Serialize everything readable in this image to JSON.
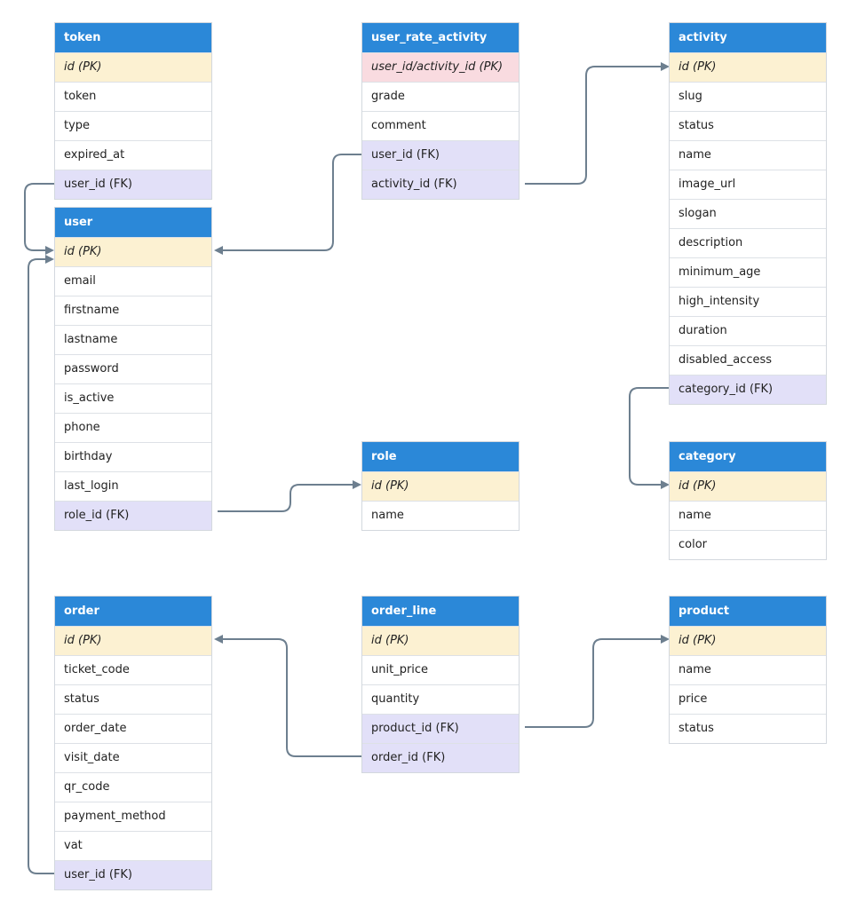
{
  "tables": {
    "token": {
      "title": "token",
      "fields": [
        {
          "name": "id (PK)",
          "kind": "pk"
        },
        {
          "name": "token",
          "kind": ""
        },
        {
          "name": "type",
          "kind": ""
        },
        {
          "name": "expired_at",
          "kind": ""
        },
        {
          "name": "user_id (FK)",
          "kind": "fk"
        }
      ]
    },
    "user": {
      "title": "user",
      "fields": [
        {
          "name": "id (PK)",
          "kind": "pk"
        },
        {
          "name": "email",
          "kind": ""
        },
        {
          "name": "firstname",
          "kind": ""
        },
        {
          "name": "lastname",
          "kind": ""
        },
        {
          "name": "password",
          "kind": ""
        },
        {
          "name": "is_active",
          "kind": ""
        },
        {
          "name": "phone",
          "kind": ""
        },
        {
          "name": "birthday",
          "kind": ""
        },
        {
          "name": "last_login",
          "kind": ""
        },
        {
          "name": "role_id (FK)",
          "kind": "fk"
        }
      ]
    },
    "user_rate_activity": {
      "title": "user_rate_activity",
      "fields": [
        {
          "name": "user_id/activity_id (PK)",
          "kind": "cpk"
        },
        {
          "name": "grade",
          "kind": ""
        },
        {
          "name": "comment",
          "kind": ""
        },
        {
          "name": "user_id (FK)",
          "kind": "fk"
        },
        {
          "name": "activity_id (FK)",
          "kind": "fk"
        }
      ]
    },
    "activity": {
      "title": "activity",
      "fields": [
        {
          "name": "id (PK)",
          "kind": "pk"
        },
        {
          "name": "slug",
          "kind": ""
        },
        {
          "name": "status",
          "kind": ""
        },
        {
          "name": "name",
          "kind": ""
        },
        {
          "name": "image_url",
          "kind": ""
        },
        {
          "name": "slogan",
          "kind": ""
        },
        {
          "name": "description",
          "kind": ""
        },
        {
          "name": "minimum_age",
          "kind": ""
        },
        {
          "name": "high_intensity",
          "kind": ""
        },
        {
          "name": "duration",
          "kind": ""
        },
        {
          "name": "disabled_access",
          "kind": ""
        },
        {
          "name": "category_id (FK)",
          "kind": "fk"
        }
      ]
    },
    "role": {
      "title": "role",
      "fields": [
        {
          "name": "id (PK)",
          "kind": "pk"
        },
        {
          "name": "name",
          "kind": ""
        }
      ]
    },
    "category": {
      "title": "category",
      "fields": [
        {
          "name": "id (PK)",
          "kind": "pk"
        },
        {
          "name": "name",
          "kind": ""
        },
        {
          "name": "color",
          "kind": ""
        }
      ]
    },
    "order": {
      "title": "order",
      "fields": [
        {
          "name": "id (PK)",
          "kind": "pk"
        },
        {
          "name": "ticket_code",
          "kind": ""
        },
        {
          "name": "status",
          "kind": ""
        },
        {
          "name": "order_date",
          "kind": ""
        },
        {
          "name": "visit_date",
          "kind": ""
        },
        {
          "name": "qr_code",
          "kind": ""
        },
        {
          "name": "payment_method",
          "kind": ""
        },
        {
          "name": "vat",
          "kind": ""
        },
        {
          "name": "user_id (FK)",
          "kind": "fk"
        }
      ]
    },
    "order_line": {
      "title": "order_line",
      "fields": [
        {
          "name": "id (PK)",
          "kind": "pk"
        },
        {
          "name": "unit_price",
          "kind": ""
        },
        {
          "name": "quantity",
          "kind": ""
        },
        {
          "name": "product_id (FK)",
          "kind": "fk"
        },
        {
          "name": "order_id (FK)",
          "kind": "fk"
        }
      ]
    },
    "product": {
      "title": "product",
      "fields": [
        {
          "name": "id (PK)",
          "kind": "pk"
        },
        {
          "name": "name",
          "kind": ""
        },
        {
          "name": "price",
          "kind": ""
        },
        {
          "name": "status",
          "kind": ""
        }
      ]
    }
  },
  "colors": {
    "header": "#2b88d8",
    "primary_key": "#fcf1d2",
    "composite_key": "#f9dbe0",
    "foreign_key": "#e2e0f8",
    "connector": "#6d7f8f"
  }
}
